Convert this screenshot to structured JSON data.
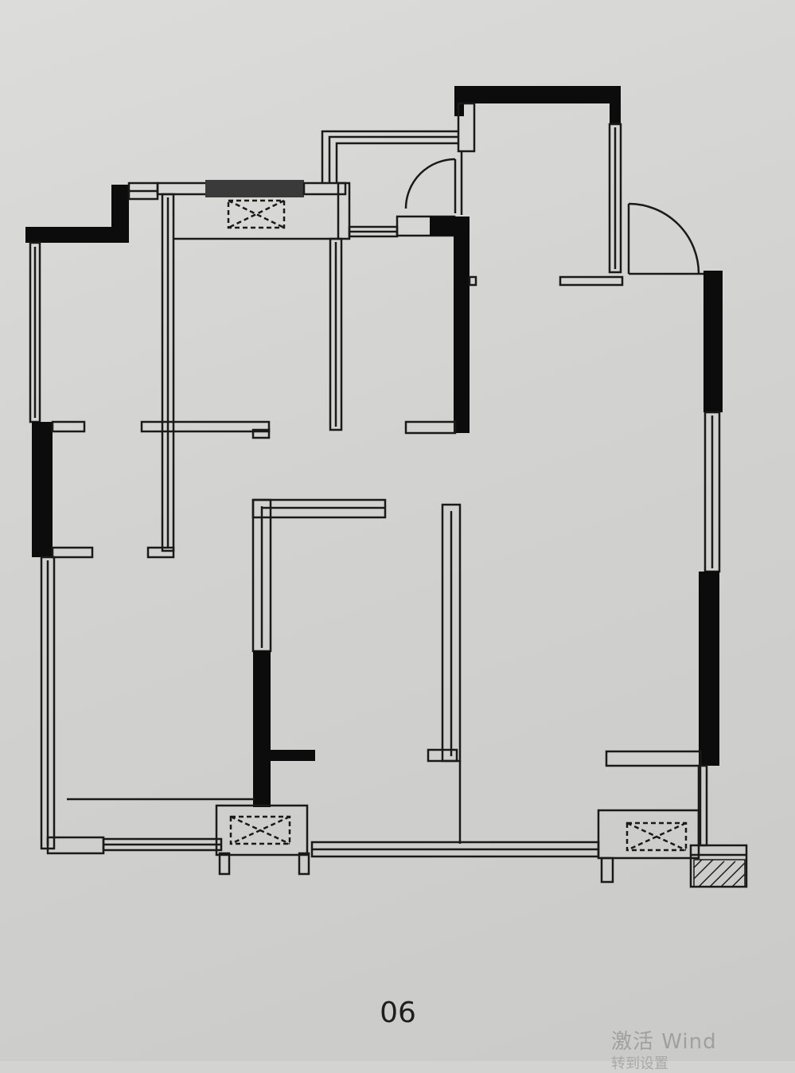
{
  "plan": {
    "page_number": "06"
  },
  "watermark": {
    "line1": "激活 Wind",
    "line2": "转到设置"
  },
  "colors": {
    "paper": "#d3d3d1",
    "wall_fill": "#0c0c0c",
    "line": "#1a1a1a",
    "text": "#1e1e1e"
  }
}
